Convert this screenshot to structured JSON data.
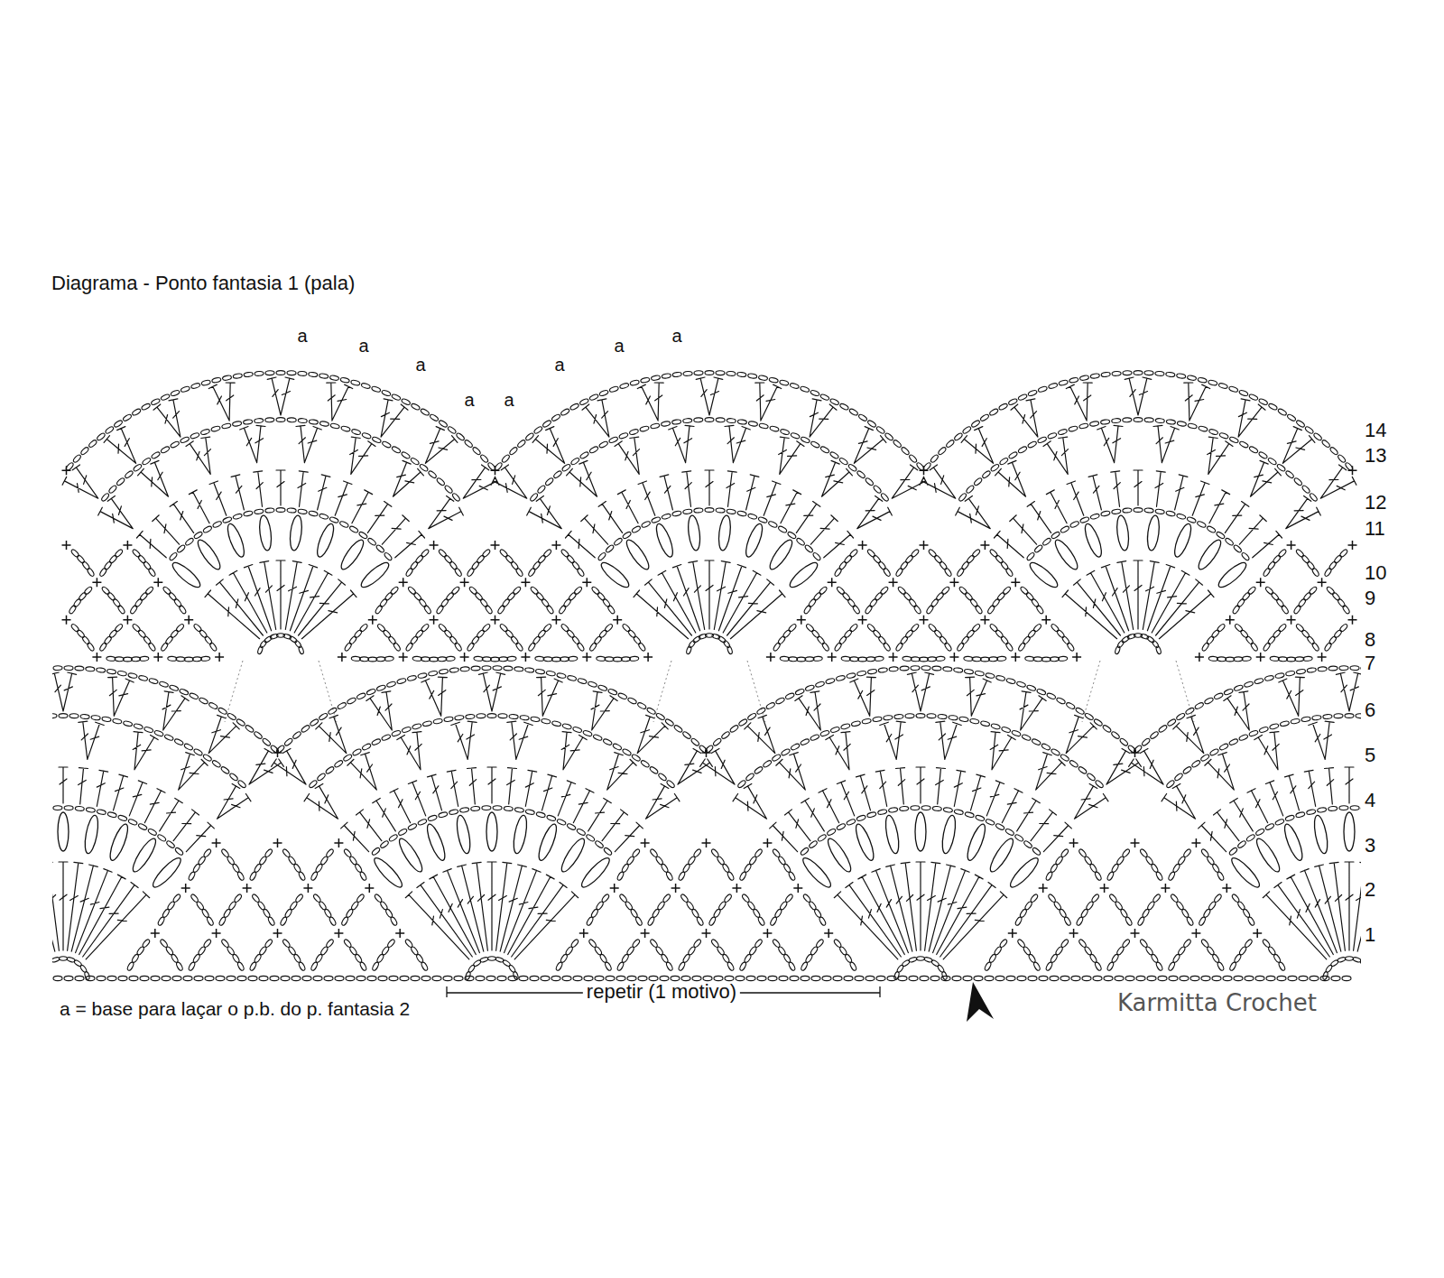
{
  "diagram": {
    "title": "Diagrama - Ponto fantasia 1 (pala)",
    "labels": [
      "a",
      "a",
      "a",
      "a",
      "a",
      "a",
      "a",
      "a",
      "14",
      "13",
      "12",
      "11",
      "10",
      "9",
      "8",
      "7",
      "6",
      "5",
      "4",
      "3",
      "2",
      "1",
      "repetir (1 motivo)",
      "a = base para laçar o p.b. do p. fantasia 2",
      "Karmitta Crochet"
    ]
  }
}
